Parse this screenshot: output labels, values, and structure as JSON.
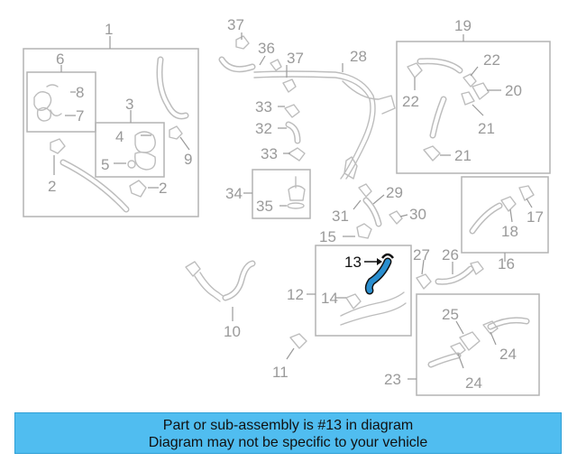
{
  "callouts": {
    "c1": "1",
    "c2a": "2",
    "c2b": "2",
    "c3": "3",
    "c4": "4",
    "c5": "5",
    "c6": "6",
    "c7": "7",
    "c8": "8",
    "c9": "9",
    "c10": "10",
    "c11": "11",
    "c12": "12",
    "c13": "13",
    "c14": "14",
    "c15": "15",
    "c16": "16",
    "c17": "17",
    "c18": "18",
    "c19": "19",
    "c20": "20",
    "c21a": "21",
    "c21b": "21",
    "c22a": "22",
    "c22b": "22",
    "c23": "23",
    "c24a": "24",
    "c24b": "24",
    "c25": "25",
    "c26": "26",
    "c27": "27",
    "c28": "28",
    "c29": "29",
    "c30": "30",
    "c31": "31",
    "c32": "32",
    "c33a": "33",
    "c33b": "33",
    "c34": "34",
    "c35": "35",
    "c36": "36",
    "c37a": "37",
    "c37b": "37"
  },
  "highlight": {
    "part_number": "13",
    "color": "#2a8fd0"
  },
  "banner": {
    "line1": "Part or sub-assembly is #13 in diagram",
    "line2": "Diagram may not be specific to your vehicle",
    "background": "#50bdf0"
  }
}
